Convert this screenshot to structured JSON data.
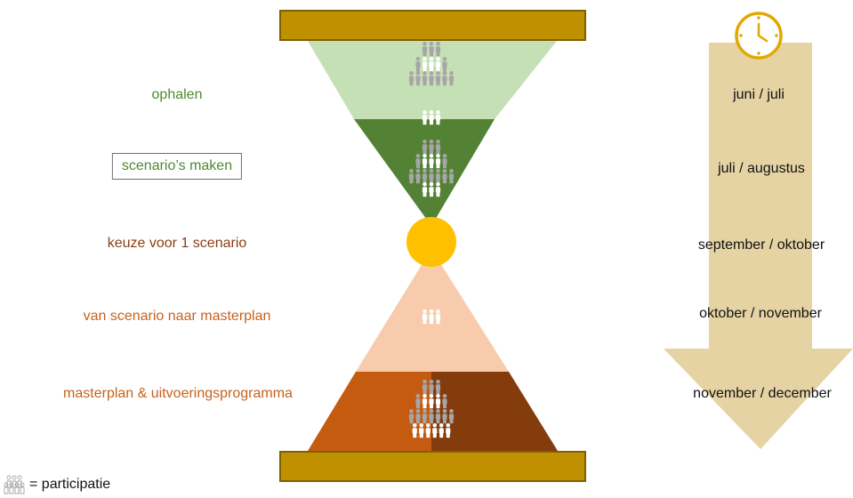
{
  "phases": [
    {
      "label": "ophalen",
      "color": "#4e8a2e"
    },
    {
      "label": "scenario’s maken",
      "color": "#4e8a2e"
    },
    {
      "label": "keuze voor 1 scenario",
      "color": "#8b3e12"
    },
    {
      "label": "van scenario naar masterplan",
      "color": "#c7621c"
    },
    {
      "label": "masterplan & uitvoeringsprogramma",
      "color": "#c7621c"
    }
  ],
  "timeline": [
    "juni / juli",
    "juli / augustus",
    "september / oktober",
    "oktober / november",
    "november / december"
  ],
  "legend": {
    "label": "= participatie",
    "icon": "people-group-icon"
  },
  "colors": {
    "bar": "#bf9000",
    "bar_border": "#7f6000",
    "top_light": "#c5e0b4",
    "top_dark": "#548235",
    "bottom_light": "#f8cbad",
    "bottom_left": "#c55a11",
    "bottom_right": "#843c0c",
    "center_circle": "#ffc000",
    "arrow": "#e6d3a3",
    "clock": "#e0a800",
    "person_gray": "#a6a6a6",
    "person_white": "#ffffff"
  }
}
